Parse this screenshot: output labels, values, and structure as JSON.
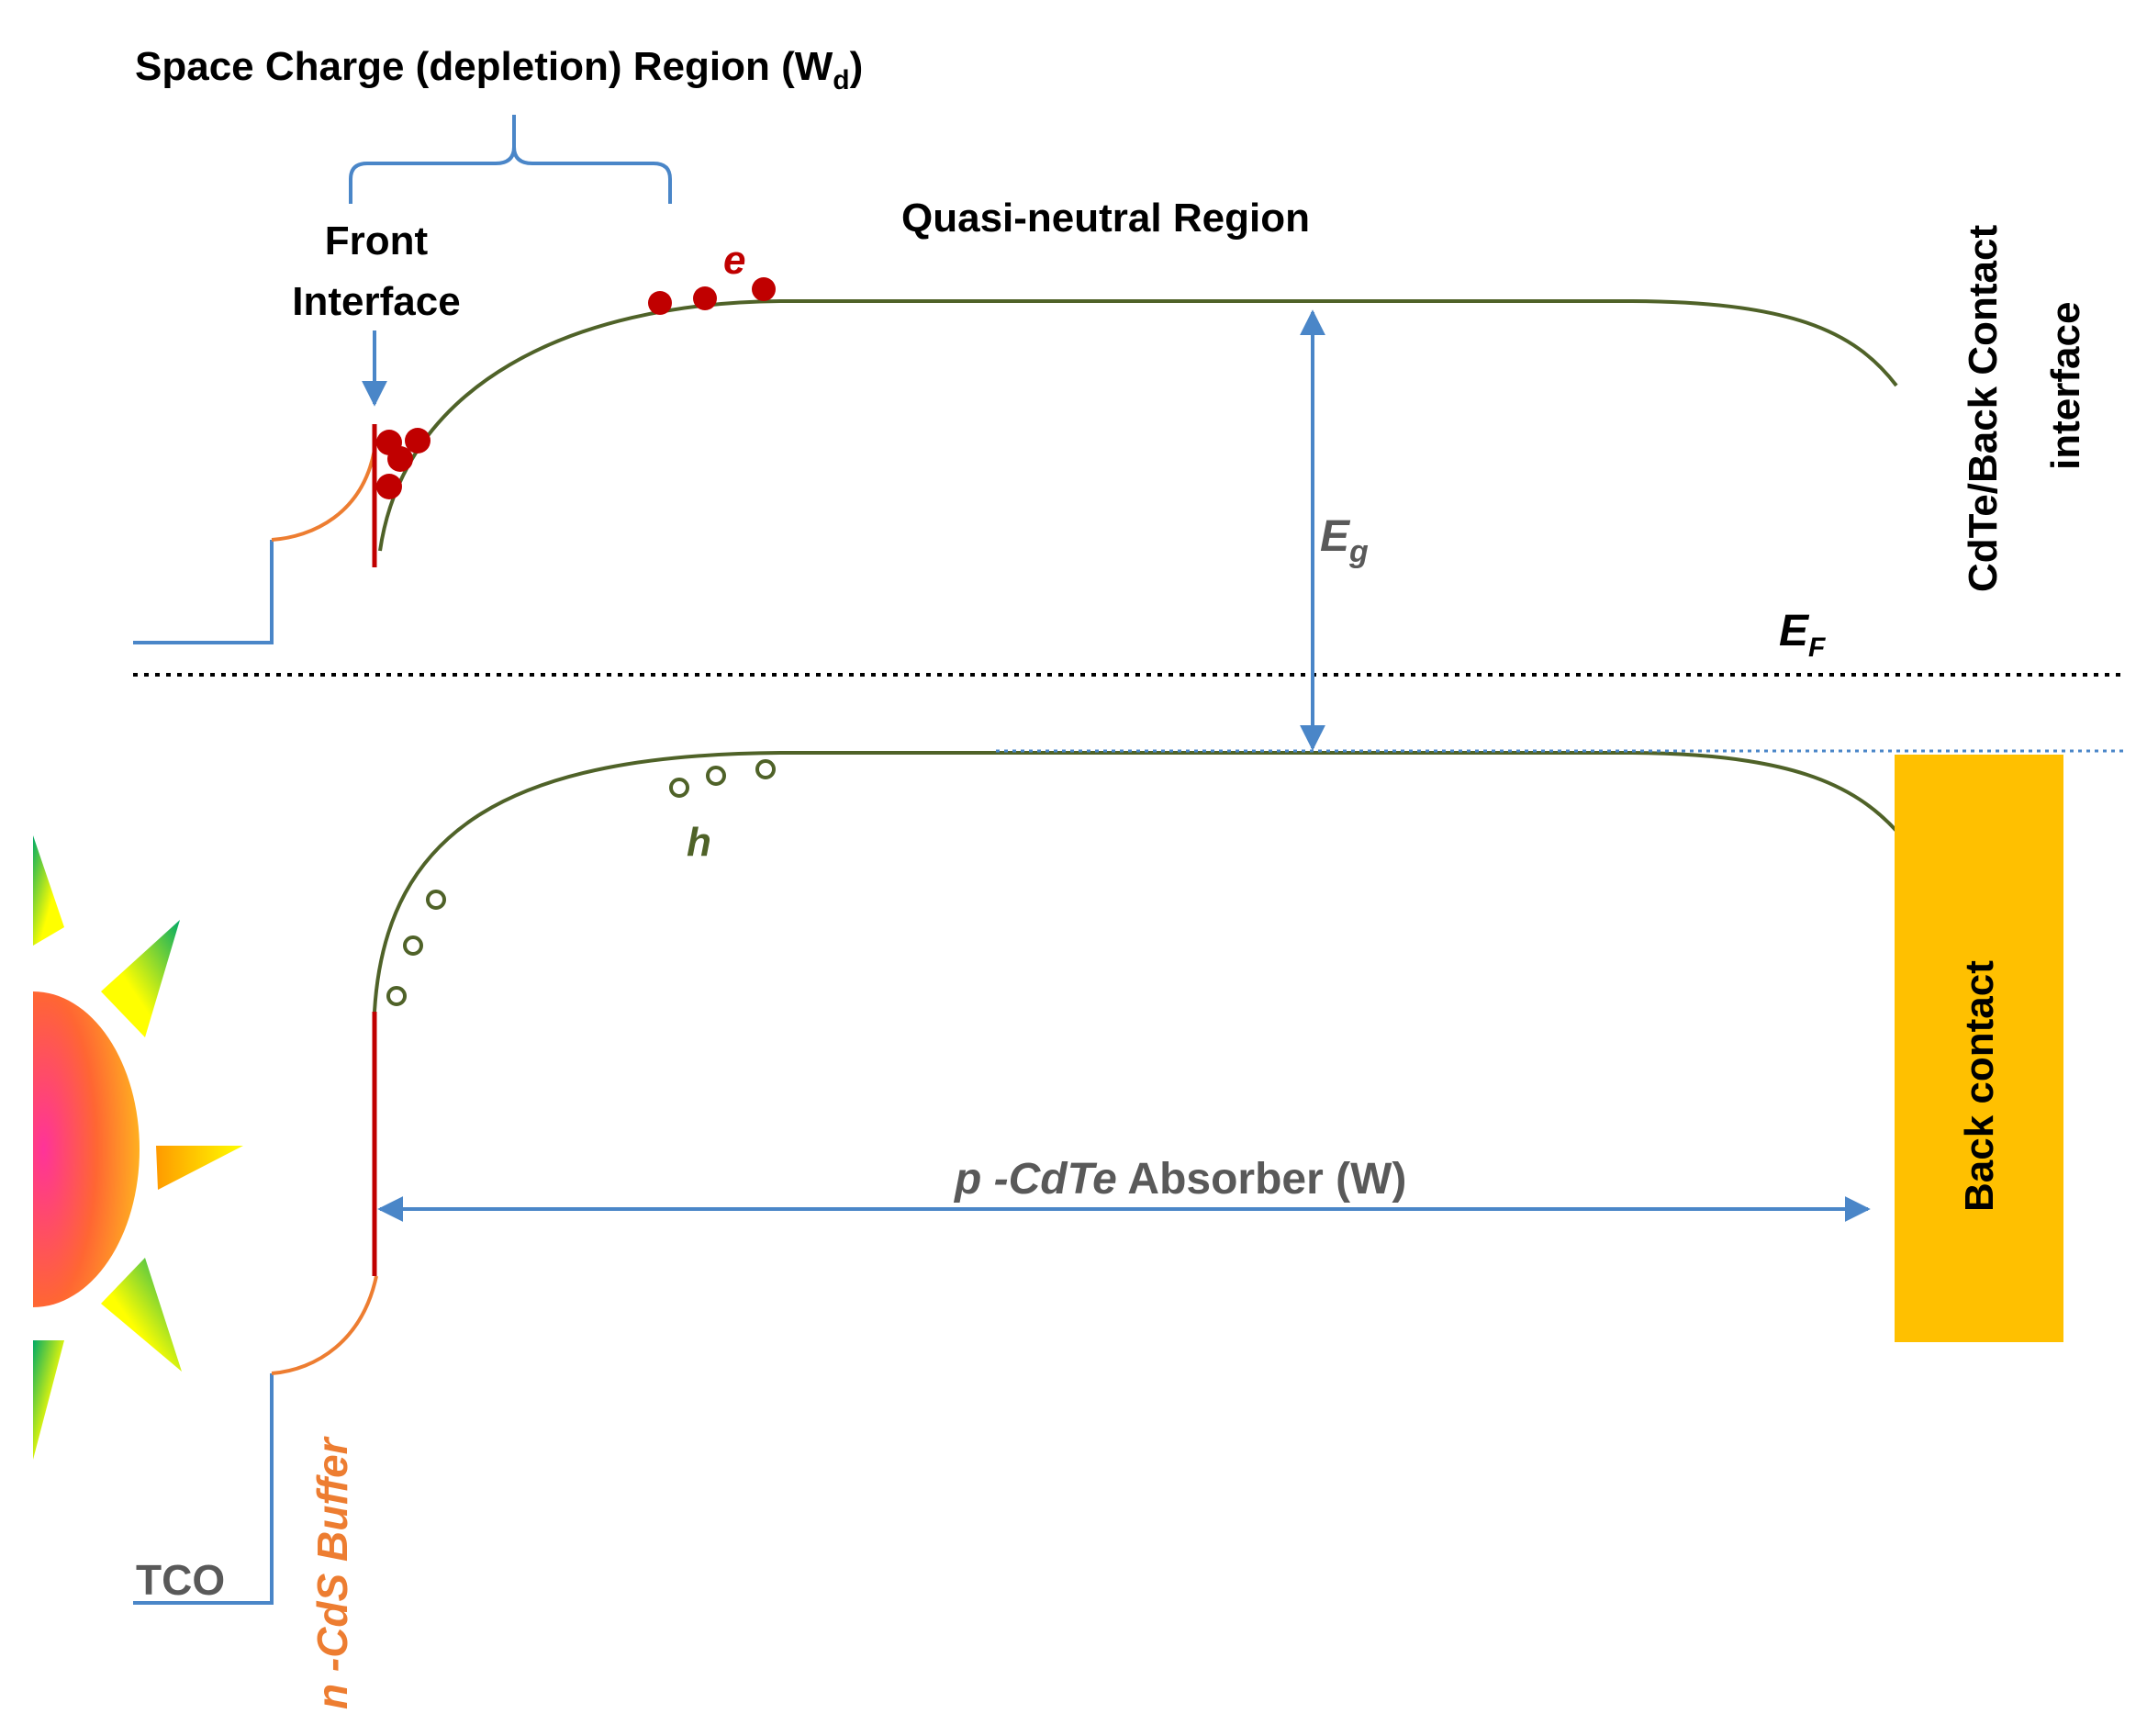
{
  "title": {
    "main": "Space Charge (depletion) Region (W",
    "sub": "d",
    "close": ")"
  },
  "front_interface": {
    "line1": "Front",
    "line2": "Interface"
  },
  "quasi_neutral": "Quasi-neutral Region",
  "electron_label": "e",
  "hole_label": "h",
  "band_gap": {
    "main": "E",
    "sub": "g"
  },
  "fermi_level": {
    "main": "E",
    "sub": "F"
  },
  "back_interface": {
    "line1": "CdTe/Back Contact",
    "line2": "interface"
  },
  "back_contact": "Back contact",
  "absorber": {
    "italic": "p -CdTe",
    "rest": " Absorber (W)"
  },
  "buffer": "n -CdS Buffer",
  "tco": "TCO",
  "colors": {
    "band": "#4f6228",
    "electron": "#c00000",
    "arrow": "#4a86c8",
    "buffer": "#ed7d31",
    "back_contact": "#ffc000",
    "text": "#000000",
    "muted_text": "#595959"
  }
}
